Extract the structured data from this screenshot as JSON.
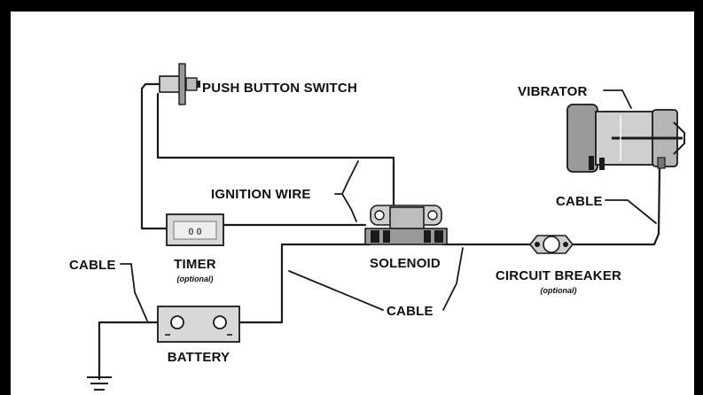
{
  "labels": {
    "push_button_switch": "PUSH BUTTON SWITCH",
    "vibrator": "VIBRATOR",
    "ignition_wire": "IGNITION WIRE",
    "cable_top_right": "CABLE",
    "timer": "TIMER",
    "timer_note": "(optional)",
    "timer_face": "0 0",
    "solenoid": "SOLENOID",
    "circuit_breaker": "CIRCUIT BREAKER",
    "circuit_breaker_note": "(optional)",
    "cable_left": "CABLE",
    "cable_bottom": "CABLE",
    "battery": "BATTERY"
  },
  "colors": {
    "frame": "#000000",
    "ink": "#1a1a1a",
    "component_fill": "#cfcfcf",
    "component_shade": "#9a9a9a"
  }
}
